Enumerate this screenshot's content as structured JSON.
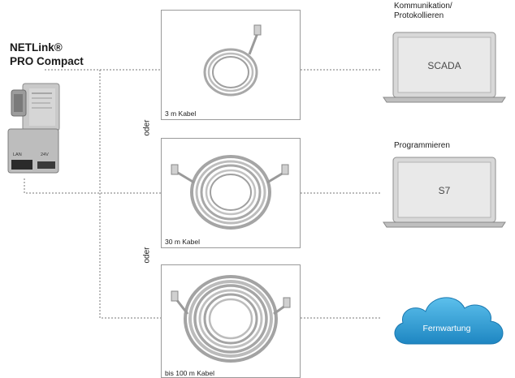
{
  "device": {
    "title_line1": "NETLink®",
    "title_line2": "PRO Compact",
    "port_lan": "LAN",
    "port_power": "24V"
  },
  "cables": [
    {
      "label": "3 m Kabel"
    },
    {
      "label": "30 m Kabel"
    },
    {
      "label": "bis 100 m Kabel"
    }
  ],
  "separators": [
    "oder",
    "oder"
  ],
  "targets": {
    "scada": {
      "label_line1": "Kommunikation/",
      "label_line2": "Protokollieren",
      "screen": "SCADA"
    },
    "s7": {
      "label": "Programmieren",
      "screen": "S7"
    },
    "cloud": {
      "screen": "Fernwartung"
    }
  },
  "colors": {
    "cloud": "#2e9bd2",
    "connector": "#777777",
    "box_border": "#9a9a9a"
  }
}
